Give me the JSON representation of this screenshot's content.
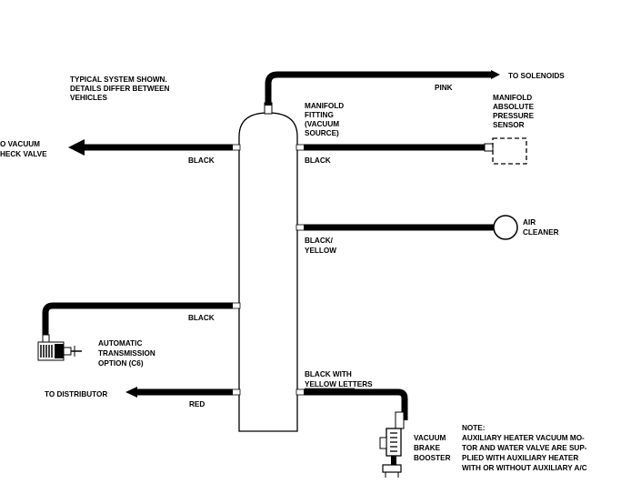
{
  "note_top": [
    "TYPICAL SYSTEM SHOWN.",
    "DETAILS DIFFER BETWEEN",
    "VEHICLES"
  ],
  "to_solenoids": "TO SOLENOIDS",
  "pink": "PINK",
  "manifold_fitting": [
    "MANIFOLD",
    "FITTING",
    "(VACUUM",
    "SOURCE)"
  ],
  "map_sensor": [
    "MANIFOLD",
    "ABSOLUTE",
    "PRESSURE",
    "SENSOR"
  ],
  "black_left_top": "BLACK",
  "black_right_top": "BLACK",
  "to_vacuum_check_valve": [
    "O VACUUM",
    "HECK VALVE"
  ],
  "air_cleaner": [
    "AIR",
    "CLEANER"
  ],
  "black_yellow": [
    "BLACK/",
    "YELLOW"
  ],
  "black_left_mid": "BLACK",
  "auto_trans": [
    "AUTOMATIC",
    "TRANSMISSION",
    "OPTION (C6)"
  ],
  "black_with_yellow": [
    "BLACK WITH",
    "YELLOW  LETTERS"
  ],
  "to_distributor": "TO  DISTRIBUTOR",
  "red": "RED",
  "brake_booster": [
    "VACUUM",
    "BRAKE",
    "BOOSTER"
  ],
  "note_bottom": [
    "NOTE:",
    "AUXILIARY HEATER VACUUM MO-",
    "TOR AND WATER VALVE ARE SUP-",
    "PLIED WITH AUXILIARY HEATER",
    "WITH OR WITHOUT AUXILIARY A/C"
  ]
}
